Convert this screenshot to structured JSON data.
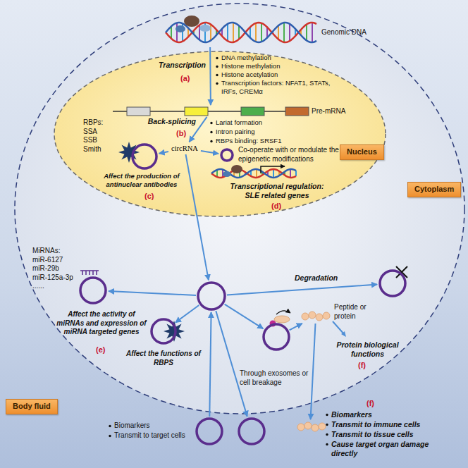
{
  "diagram": {
    "nodes": [
      {
        "text": [
          "Body fluid"
        ]
      },
      {
        "text": [
          "Cytoplasm"
        ],
        "in": 0
      },
      {
        "text": [
          "Nucleus"
        ],
        "in": 1
      },
      {
        "text": [
          "Genomic DNA"
        ],
        "in": 1
      },
      {
        "text": [
          "Pre-mRNA"
        ],
        "in": 2
      },
      {
        "text": [
          "circRNA"
        ],
        "in": 2
      },
      {
        "text": [
          "RBPs: SSA SSB Smith"
        ],
        "in": 2
      },
      {
        "text": [
          "Co-operate with or modulate the epigenetic modifications"
        ],
        "in": 2
      },
      {
        "text": [],
        "in": 1
      },
      {
        "text": [
          "MiRNAs: miR-6127 miR-29b miR-125a-3p ......"
        ],
        "in": 1
      },
      {
        "text": [
          "Affect the functions of RBPS"
        ],
        "in": 1
      },
      {
        "text": [],
        "in": 1
      },
      {
        "text": [],
        "in": 1
      },
      {
        "text": [
          "Peptide or protein"
        ],
        "in": 1
      },
      {
        "text": [],
        "in": 0
      },
      {
        "text": [],
        "in": 0
      },
      {
        "text": [],
        "in": 0
      }
    ],
    "edges": [
      {
        "from": 3,
        "to": 4,
        "label": "Transcription",
        "arrow": "to"
      },
      {
        "from": 4,
        "to": 5,
        "label": "Back-splicing",
        "arrow": "to"
      },
      {
        "from": 5,
        "to": 6,
        "arrow": "to"
      },
      {
        "from": 5,
        "to": 7,
        "arrow": "to"
      },
      {
        "from": 5,
        "to": 8,
        "arrow": "to"
      },
      {
        "from": 8,
        "to": 9,
        "arrow": "to"
      },
      {
        "from": 8,
        "to": 10,
        "arrow": "to"
      },
      {
        "from": 8,
        "to": 11,
        "label": "Degradation",
        "arrow": "to"
      },
      {
        "from": 8,
        "to": 12,
        "arrow": "to"
      },
      {
        "from": 12,
        "to": 13,
        "arrow": "to"
      },
      {
        "from": 14,
        "to": 8,
        "arrow": "to"
      },
      {
        "from": 8,
        "to": 15,
        "arrow": "to"
      },
      {
        "from": 13,
        "to": 16,
        "arrow": "to"
      }
    ],
    "labels": [
      "(a)",
      "DNA methylation",
      "Histone methylation",
      "Histone acetylation",
      "Transcription factors: NFAT1, STATs, IRFs, CREMα",
      "(b)",
      "Lariat formation",
      "Intron pairing",
      "RBPs binding: SRSF1",
      "Affect the production of antinuclear antibodies",
      "(c)",
      "Transcriptional regulation: SLE related genes",
      "(d)",
      "Affect the activity of miRNAs and expression of miRNA targeted genes",
      "(e)",
      "Protein biological functions",
      "(f)",
      "Through exosomes or cell breakage",
      "Biomarkers",
      "Transmit to target cells",
      "(f)",
      "Biomarkers",
      "Transmit to immune cells",
      "Transmit to tissue cells",
      "Cause target organ damage directly"
    ]
  }
}
